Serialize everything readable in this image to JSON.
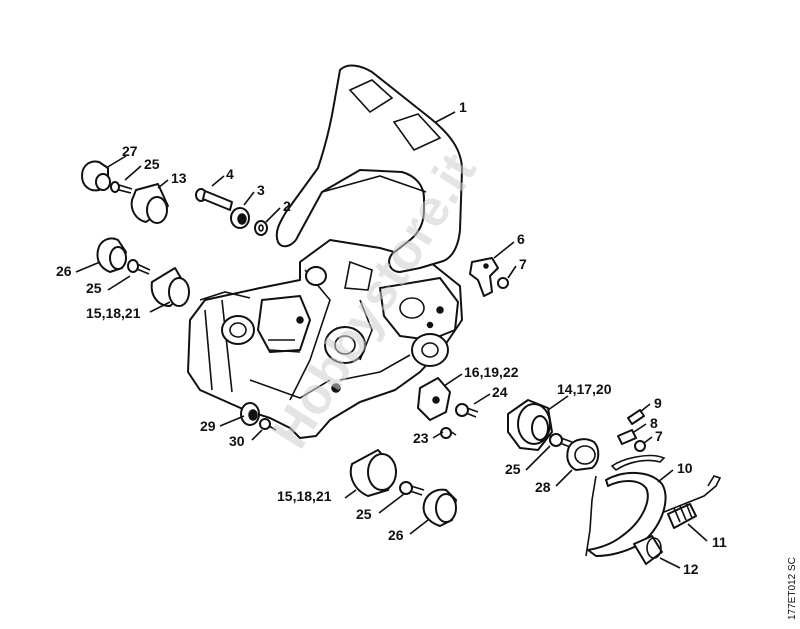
{
  "diagram": {
    "watermark": "Hobbystore.it",
    "drawing_code": "177ET012 SC",
    "labels": {
      "l1": "1",
      "l2": "2",
      "l3": "3",
      "l4": "4",
      "l6": "6",
      "l7a": "7",
      "l7b": "7",
      "l8": "8",
      "l9": "9",
      "l10": "10",
      "l11": "11",
      "l12": "12",
      "l13": "13",
      "l141720": "14,17,20",
      "l151821a": "15,18,21",
      "l151821b": "15,18,21",
      "l161922": "16,19,22",
      "l23": "23",
      "l24": "24",
      "l25a": "25",
      "l25b": "25",
      "l25c": "25",
      "l25d": "25",
      "l26a": "26",
      "l26b": "26",
      "l27": "27",
      "l28": "28",
      "l29": "29",
      "l30": "30"
    }
  }
}
